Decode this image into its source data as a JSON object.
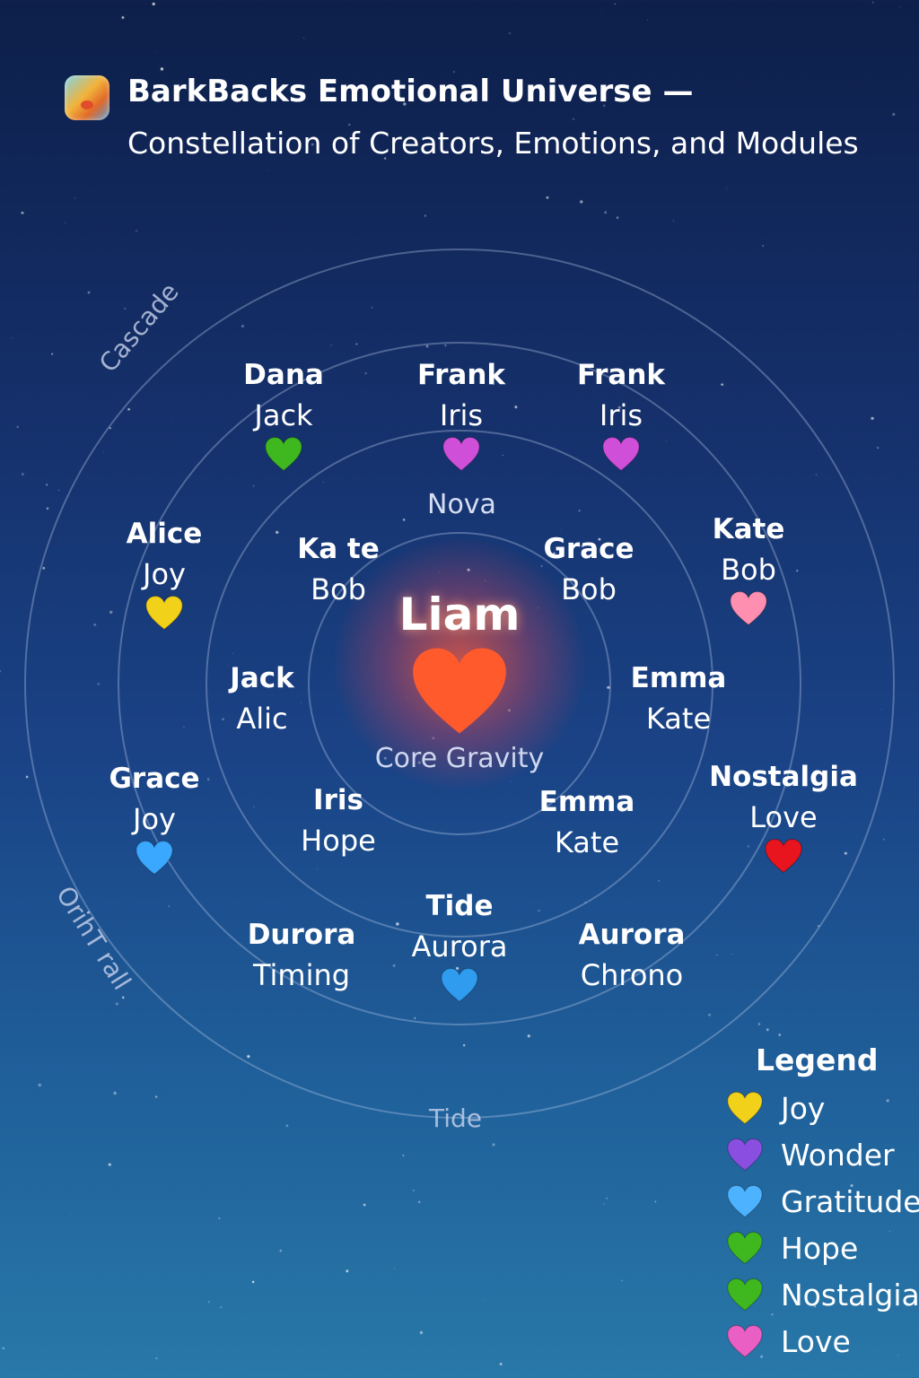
{
  "header": {
    "title": "BarkBacks Emotional Universe —",
    "subtitle": "Constellation of Creators, Emotions, and Modules"
  },
  "center": {
    "name": "Liam",
    "label": "Core Gravity",
    "heart_color": "#ff5a2c"
  },
  "ring_labels": {
    "cascade": "Cascade",
    "orbit_trail": "OrihT rall",
    "tide": "Tide",
    "nova": "Nova"
  },
  "nodes": [
    {
      "id": "n1",
      "name": "Dana",
      "sub": "Jack",
      "heart": "#3fb81f"
    },
    {
      "id": "n2",
      "name": "Frank",
      "sub": "Iris",
      "heart": "#d04fd8"
    },
    {
      "id": "n3",
      "name": "Frank",
      "sub": "Iris",
      "heart": "#d04fd8"
    },
    {
      "id": "n4",
      "name": "Alice",
      "sub": "Joy",
      "heart": "#f2d11a"
    },
    {
      "id": "n5",
      "name": "Kate",
      "sub": "Bob",
      "heart": "#ff8fb0"
    },
    {
      "id": "n6",
      "name": "Ka te",
      "sub": "Bob"
    },
    {
      "id": "n7",
      "name": "Grace",
      "sub": "Bob"
    },
    {
      "id": "n8",
      "name": "Jack",
      "sub": "Alic"
    },
    {
      "id": "n9",
      "name": "Emma",
      "sub": "Kate"
    },
    {
      "id": "n10",
      "name": "Grace",
      "sub": "Joy",
      "heart": "#3aa8ff"
    },
    {
      "id": "n11",
      "name": "Nostalgia",
      "sub": "Love",
      "heart": "#e8141e"
    },
    {
      "id": "n12",
      "name": "Iris",
      "sub": "Hope"
    },
    {
      "id": "n13",
      "name": "Emma",
      "sub": "Kate"
    },
    {
      "id": "n14",
      "name": "Tide",
      "sub": "Aurora",
      "heart": "#2f9cf0"
    },
    {
      "id": "n15",
      "name": "Durora",
      "sub": "Timing"
    },
    {
      "id": "n16",
      "name": "Aurora",
      "sub": "Chrono"
    }
  ],
  "legend": {
    "title": "Legend",
    "items": [
      {
        "label": "Joy",
        "color": "#f2d11a"
      },
      {
        "label": "Wonder",
        "color": "#8a4fe0"
      },
      {
        "label": "Gratitude",
        "color": "#4db2ff"
      },
      {
        "label": "Hope",
        "color": "#3fb81f"
      },
      {
        "label": "Nostalgia",
        "color": "#3fb81f"
      },
      {
        "label": "Love",
        "color": "#e95fc4"
      }
    ]
  }
}
